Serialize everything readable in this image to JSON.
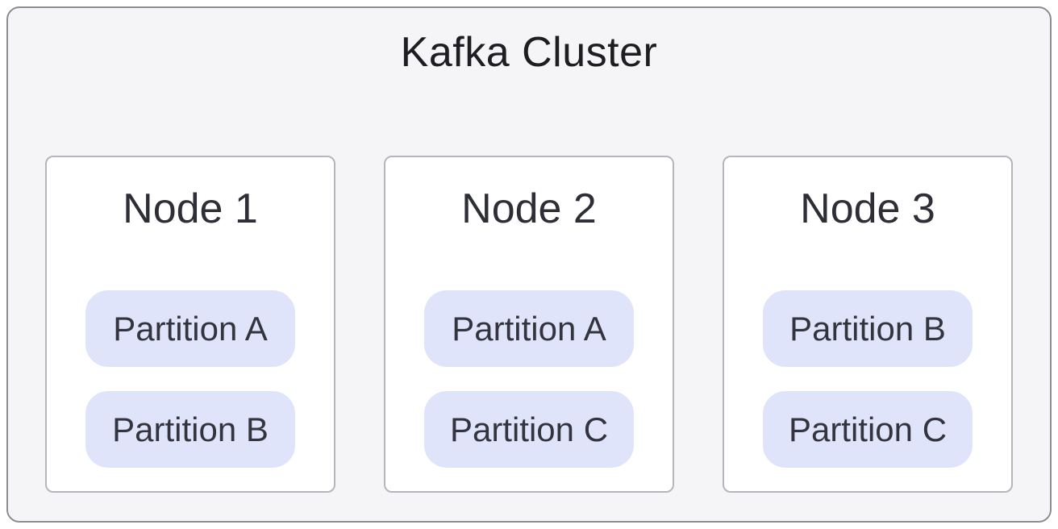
{
  "diagram": {
    "title": "Kafka Cluster",
    "nodes": [
      {
        "label": "Node 1",
        "partitions": [
          "Partition A",
          "Partition B"
        ]
      },
      {
        "label": "Node 2",
        "partitions": [
          "Partition A",
          "Partition C"
        ]
      },
      {
        "label": "Node 3",
        "partitions": [
          "Partition B",
          "Partition C"
        ]
      }
    ],
    "colors": {
      "container_bg": "#f5f5f7",
      "container_border": "#8d8d96",
      "card_bg": "#ffffff",
      "card_border": "#b5b5bd",
      "partition_bg": "#dfe4fb",
      "title_text": "#1d1d22",
      "node_text": "#2e2e36",
      "partition_text": "#34343e"
    }
  }
}
